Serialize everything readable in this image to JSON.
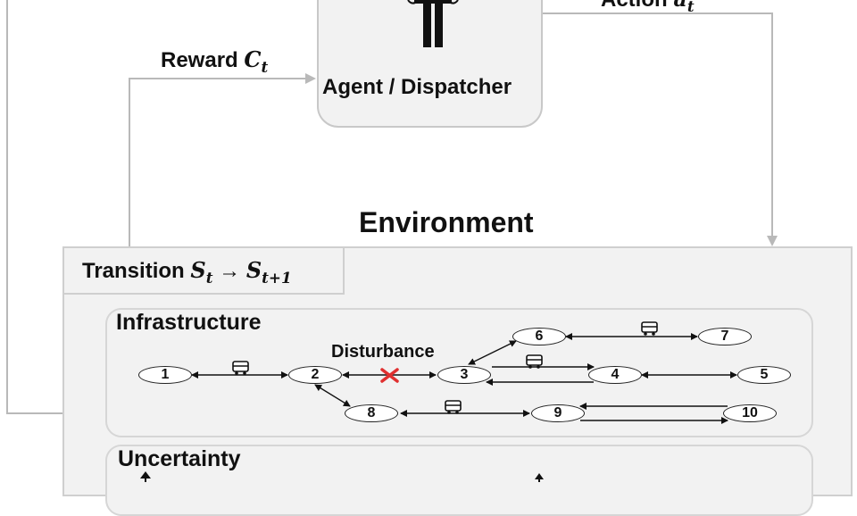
{
  "agent": {
    "label": "Agent / Dispatcher"
  },
  "reward": {
    "text": "Reward",
    "symbol": "C",
    "subscript": "t"
  },
  "action": {
    "text": "Action",
    "symbol": "a",
    "subscript": "t"
  },
  "environment": {
    "title": "Environment"
  },
  "transition": {
    "text": "Transition",
    "from_symbol": "S",
    "from_sub": "t",
    "arrow": "→",
    "to_symbol": "S",
    "to_sub": "t+1"
  },
  "infrastructure": {
    "title": "Infrastructure",
    "disturbance_label": "Disturbance",
    "nodes": [
      "1",
      "2",
      "3",
      "4",
      "5",
      "6",
      "7",
      "8",
      "9",
      "10"
    ]
  },
  "uncertainty": {
    "title": "Uncertainty"
  },
  "colors": {
    "line": "#b9b9b9",
    "box_fill": "#f2f2f2",
    "disturbance": "#e03030",
    "edge": "#111111"
  }
}
